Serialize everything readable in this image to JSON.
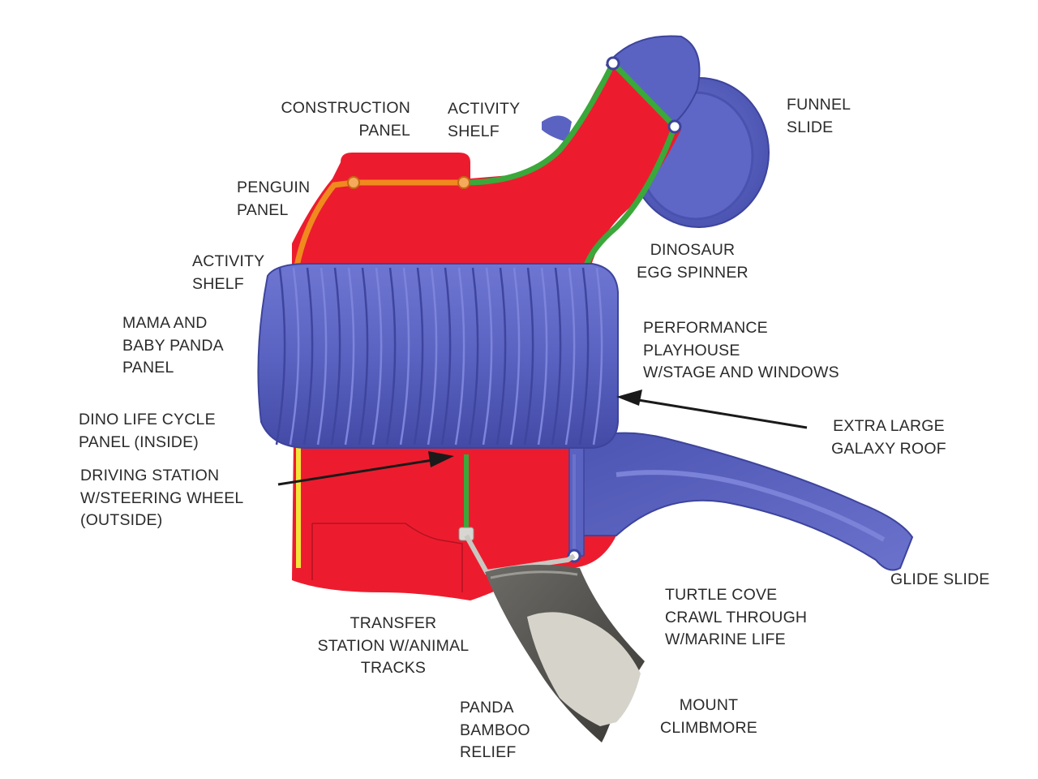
{
  "colors": {
    "structure_red": "#ec1c2e",
    "roof_blue": "#5a63c1",
    "rail_green": "#3aa83a",
    "rail_orange": "#f08a1e",
    "climber_grey": "#b7b5ad",
    "label_text": "#2b2b2b"
  },
  "labels": {
    "construction_panel": [
      "CONSTRUCTION",
      "PANEL"
    ],
    "activity_shelf_top": [
      "ACTIVITY",
      "SHELF"
    ],
    "funnel_slide": [
      "FUNNEL",
      "SLIDE"
    ],
    "penguin_panel": [
      "PENGUIN",
      "PANEL"
    ],
    "dinosaur_egg_spinner": [
      "DINOSAUR",
      "EGG SPINNER"
    ],
    "activity_shelf_left": [
      "ACTIVITY",
      "SHELF"
    ],
    "mama_baby_panda": [
      "MAMA AND",
      "BABY PANDA",
      "PANEL"
    ],
    "performance_playhouse": [
      "PERFORMANCE",
      "PLAYHOUSE",
      "W/STAGE AND WINDOWS"
    ],
    "dino_life_cycle": [
      "DINO LIFE CYCLE",
      "PANEL (INSIDE)"
    ],
    "extra_large_galaxy_roof": [
      "EXTRA LARGE",
      "GALAXY ROOF"
    ],
    "driving_station": [
      "DRIVING STATION",
      "W/STEERING WHEEL",
      "(OUTSIDE)"
    ],
    "glide_slide": [
      "GLIDE SLIDE"
    ],
    "turtle_cove": [
      "TURTLE COVE",
      "CRAWL THROUGH",
      "W/MARINE LIFE"
    ],
    "transfer_station": [
      "TRANSFER",
      "STATION W/ANIMAL",
      "TRACKS"
    ],
    "mount_climbmore": [
      "MOUNT",
      "CLIMBMORE"
    ],
    "panda_bamboo": [
      "PANDA",
      "BAMBOO",
      "RELIEF"
    ]
  }
}
